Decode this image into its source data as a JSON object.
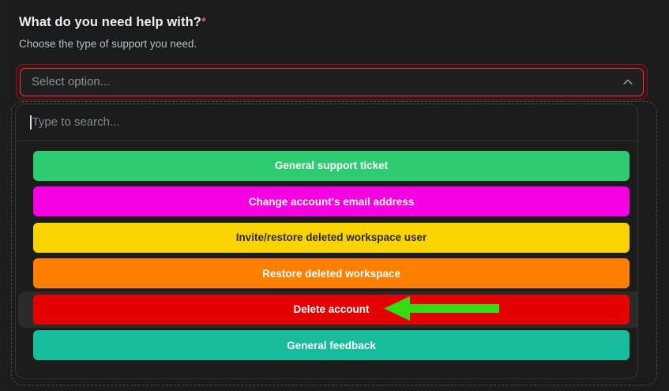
{
  "form": {
    "question_label": "What do you need help with?",
    "required_marker": "*",
    "help_text": "Choose the type of support you need.",
    "select": {
      "placeholder": "Select option...",
      "state": "open",
      "chevron_icon": "chevron-up-icon",
      "border_color": "#e23b42",
      "ring_color": "#3a1317"
    }
  },
  "dropdown": {
    "search": {
      "placeholder": "Type to search...",
      "value": "",
      "caret_visible": true
    },
    "options": [
      {
        "label": "General support ticket",
        "bg": "#2ECC71",
        "fg": "#ffffff",
        "active": false
      },
      {
        "label": "Change account's email address",
        "bg": "#F500E0",
        "fg": "#ffffff",
        "active": false
      },
      {
        "label": "Invite/restore deleted workspace user",
        "bg": "#FAD400",
        "fg": "#2b2b2b",
        "active": false
      },
      {
        "label": "Restore deleted workspace",
        "bg": "#FF8000",
        "fg": "#ffffff",
        "active": false
      },
      {
        "label": "Delete account",
        "bg": "#E30000",
        "fg": "#ffffff",
        "active": true
      },
      {
        "label": "General feedback",
        "bg": "#16BC9C",
        "fg": "#ffffff",
        "active": false
      }
    ]
  },
  "annotation": {
    "type": "arrow",
    "direction": "left",
    "color": "#33DD11",
    "points_to": "Delete account"
  },
  "theme": {
    "page_bg": "#1b1b1b",
    "panel_bg": "#1c1c1c",
    "panel_border": "#343434",
    "active_row_bg": "#2a2a2a",
    "text_primary": "#eceff1",
    "text_secondary": "#b9bdc0",
    "text_placeholder": "#8c8f91",
    "required_color": "#e15c6b"
  }
}
